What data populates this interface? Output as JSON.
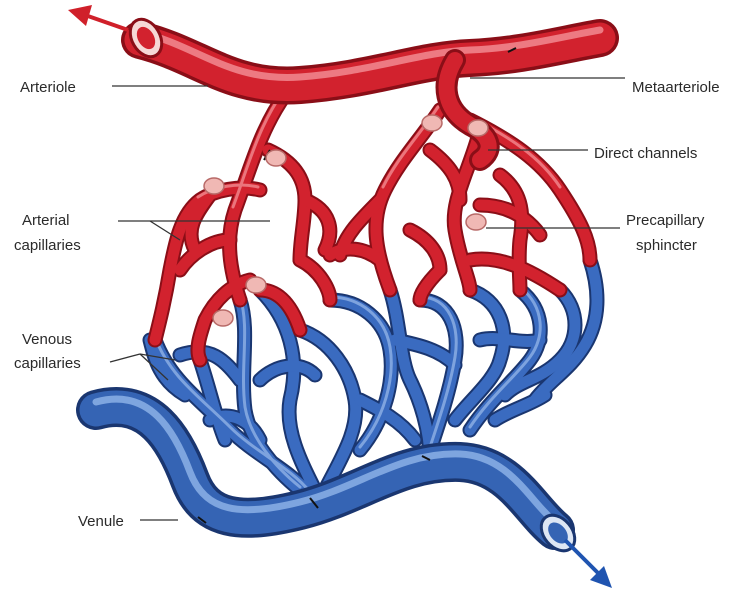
{
  "labels": {
    "arteriole": "Arteriole",
    "metaarteriole": "Metaarteriole",
    "direct_channels": "Direct channels",
    "arterial_capillaries_line1": "Arterial",
    "arterial_capillaries_line2": "capillaries",
    "precapillary_line1": "Precapillary",
    "precapillary_line2": "sphincter",
    "venous_capillaries_line1": "Venous",
    "venous_capillaries_line2": "capillaries",
    "venule": "Venule"
  },
  "colors": {
    "arterial": "#cc1f2a",
    "arterial_dark": "#8e0f18",
    "arterial_light": "#f2737a",
    "venous": "#2e5aa8",
    "venous_dark": "#1a3670",
    "venous_light": "#7ea2dc",
    "sphincter": "#f0b8b4",
    "arrow_arterial": "#d0202a",
    "arrow_venous": "#1f54b0"
  }
}
